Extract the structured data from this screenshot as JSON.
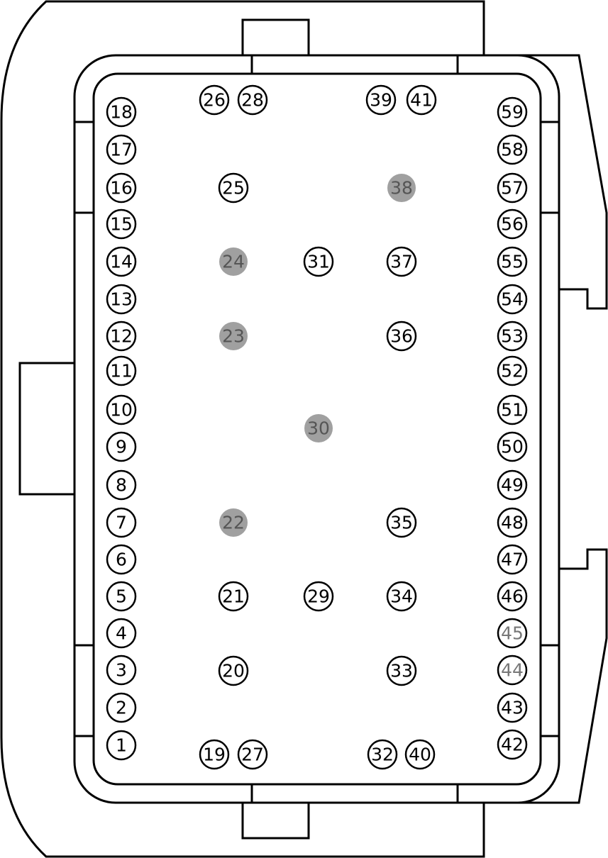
{
  "diagram": {
    "pins": [
      {
        "label": "1",
        "filled": false
      },
      {
        "label": "2",
        "filled": false
      },
      {
        "label": "3",
        "filled": false
      },
      {
        "label": "4",
        "filled": false
      },
      {
        "label": "5",
        "filled": false
      },
      {
        "label": "6",
        "filled": false
      },
      {
        "label": "7",
        "filled": false
      },
      {
        "label": "8",
        "filled": false
      },
      {
        "label": "9",
        "filled": false
      },
      {
        "label": "10",
        "filled": false
      },
      {
        "label": "11",
        "filled": false
      },
      {
        "label": "12",
        "filled": false
      },
      {
        "label": "13",
        "filled": false
      },
      {
        "label": "14",
        "filled": false
      },
      {
        "label": "15",
        "filled": false
      },
      {
        "label": "16",
        "filled": false
      },
      {
        "label": "17",
        "filled": false
      },
      {
        "label": "18",
        "filled": false
      },
      {
        "label": "19",
        "filled": false
      },
      {
        "label": "20",
        "filled": false
      },
      {
        "label": "21",
        "filled": false
      },
      {
        "label": "22",
        "filled": true
      },
      {
        "label": "23",
        "filled": true
      },
      {
        "label": "24",
        "filled": true
      },
      {
        "label": "25",
        "filled": false
      },
      {
        "label": "26",
        "filled": false
      },
      {
        "label": "27",
        "filled": false
      },
      {
        "label": "28",
        "filled": false
      },
      {
        "label": "29",
        "filled": false
      },
      {
        "label": "30",
        "filled": true
      },
      {
        "label": "31",
        "filled": false
      },
      {
        "label": "32",
        "filled": false
      },
      {
        "label": "33",
        "filled": false
      },
      {
        "label": "34",
        "filled": false
      },
      {
        "label": "35",
        "filled": false
      },
      {
        "label": "36",
        "filled": false
      },
      {
        "label": "37",
        "filled": false
      },
      {
        "label": "38",
        "filled": true
      },
      {
        "label": "39",
        "filled": false
      },
      {
        "label": "40",
        "filled": false
      },
      {
        "label": "41",
        "filled": false
      },
      {
        "label": "42",
        "filled": false
      },
      {
        "label": "43",
        "filled": false
      },
      {
        "label": "44",
        "filled": false,
        "label_color": "gray"
      },
      {
        "label": "45",
        "filled": false,
        "label_color": "gray"
      },
      {
        "label": "46",
        "filled": false
      },
      {
        "label": "47",
        "filled": false
      },
      {
        "label": "48",
        "filled": false
      },
      {
        "label": "49",
        "filled": false
      },
      {
        "label": "50",
        "filled": false
      },
      {
        "label": "51",
        "filled": false
      },
      {
        "label": "52",
        "filled": false
      },
      {
        "label": "53",
        "filled": false
      },
      {
        "label": "54",
        "filled": false
      },
      {
        "label": "55",
        "filled": false
      },
      {
        "label": "56",
        "filled": false
      },
      {
        "label": "57",
        "filled": false
      },
      {
        "label": "58",
        "filled": false
      },
      {
        "label": "59",
        "filled": false
      }
    ],
    "colors": {
      "outline": "#000000",
      "filled_pin": "#a0a0a0",
      "background": "#ffffff"
    }
  }
}
